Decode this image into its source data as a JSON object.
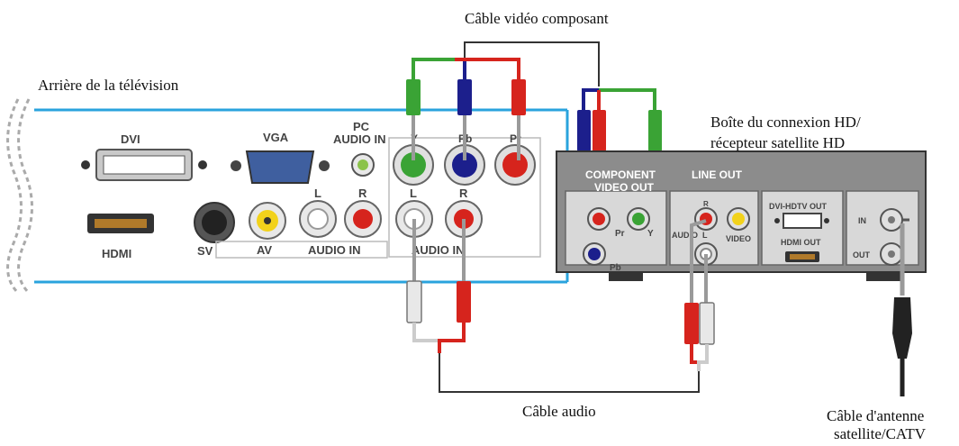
{
  "captions": {
    "component_cable": "Câble vidéo composant",
    "tv_back": "Arrière de la télévision",
    "box_title_1": "Boîte du connexion HD/",
    "box_title_2": "récepteur satellite HD",
    "audio_cable": "Câble audio",
    "antenna_1": "Câble d'antenne",
    "antenna_2": "satellite/CATV"
  },
  "tv_ports": {
    "dvi": "DVI",
    "vga": "VGA",
    "pc_audio_1": "PC",
    "pc_audio_2": "AUDIO IN",
    "hdmi": "HDMI",
    "sv": "SV",
    "av": "AV",
    "l1": "L",
    "r1": "R",
    "audio_in_1": "AUDIO IN",
    "y": "Y",
    "pb": "Pb",
    "pr": "Pr",
    "l2": "L",
    "r2": "R",
    "audio_in_2": "AUDIO IN"
  },
  "box_ports": {
    "component_1": "COMPONENT",
    "component_2": "VIDEO OUT",
    "line_out": "LINE OUT",
    "pr": "Pr",
    "y": "Y",
    "pb": "Pb",
    "r": "R",
    "audio": "AUDIO",
    "l": "L",
    "video": "VIDEO",
    "dvi_hdtv": "DVI-HDTV OUT",
    "hdmi_out": "HDMI OUT",
    "in": "IN",
    "out": "OUT"
  },
  "colors": {
    "tv_border": "#2aa3dd",
    "green": "#3aa335",
    "blue": "#1c1f8c",
    "red": "#d6241d",
    "white": "#e8e8e8",
    "yellow": "#f2d21b",
    "panel": "#d8d8d8",
    "box": "#8c8c8c"
  }
}
